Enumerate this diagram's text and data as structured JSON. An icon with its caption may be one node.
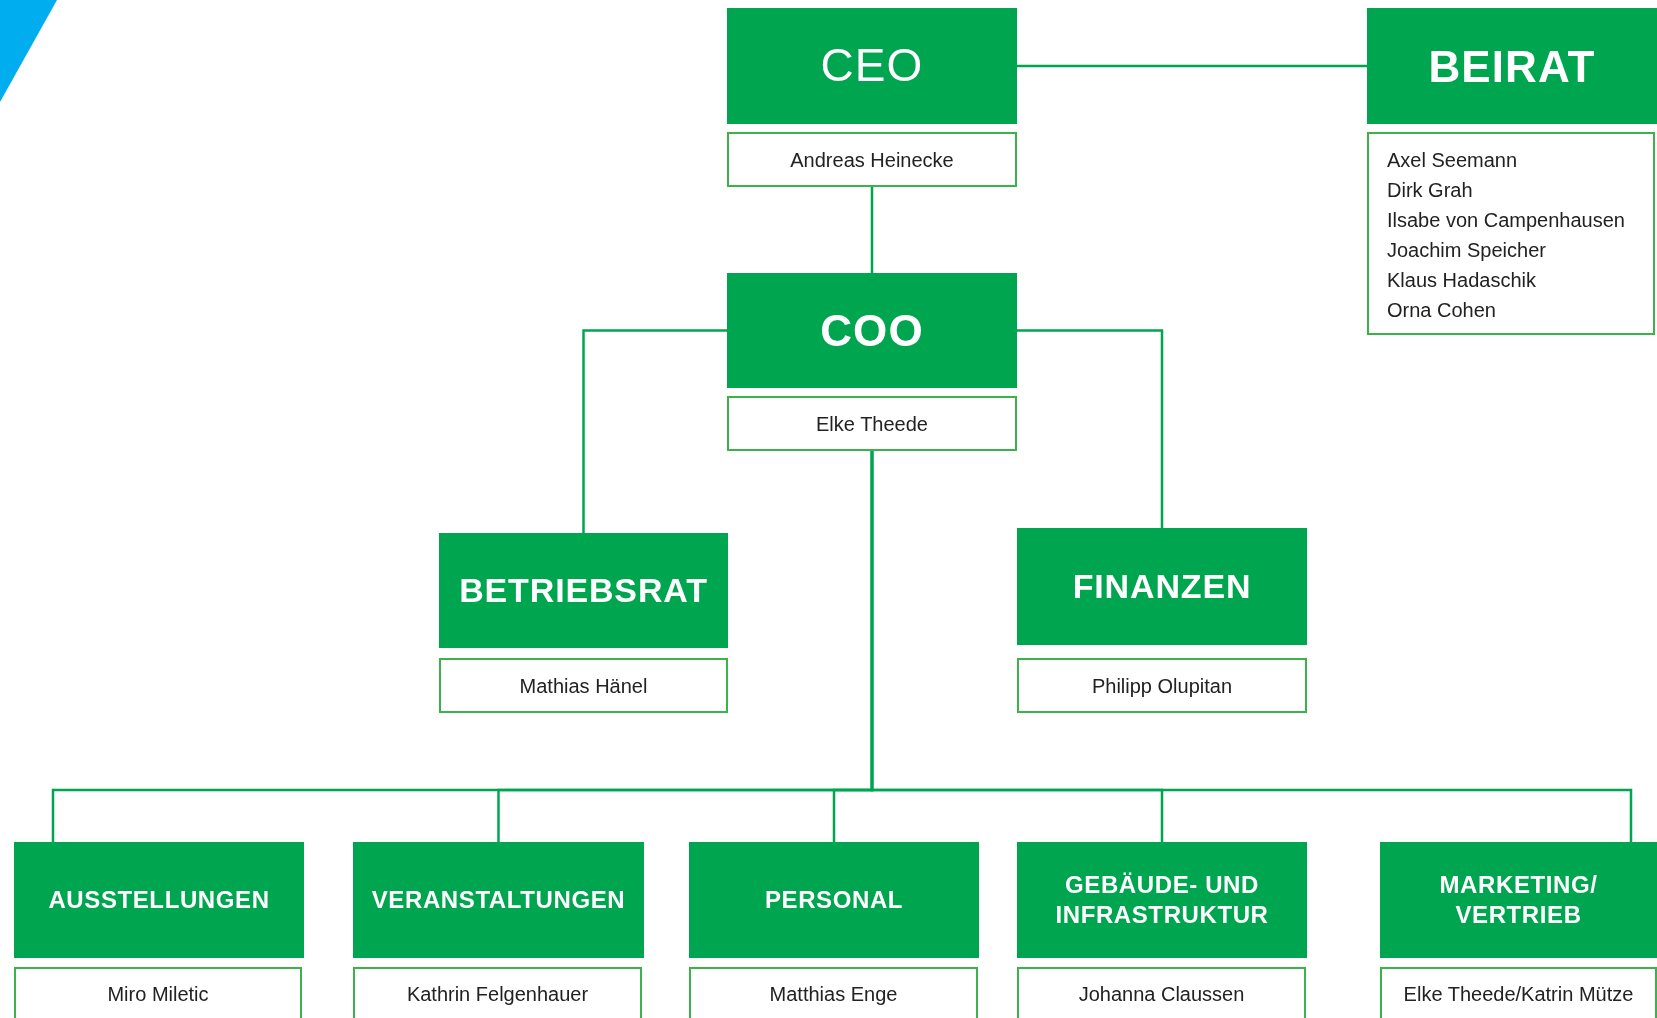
{
  "diagram": {
    "nodes": [
      {
        "text": [
          "CEO"
        ]
      },
      {
        "text": [
          "Andreas Heinecke"
        ]
      },
      {
        "text": [
          "BEIRAT"
        ]
      },
      {
        "text": [
          "Axel Seemann",
          "Dirk Grah",
          "Ilsabe von Campenhausen",
          "Joachim Speicher",
          "Klaus Hadaschik",
          "Orna Cohen"
        ]
      },
      {
        "text": [
          "COO"
        ]
      },
      {
        "text": [
          "Elke Theede"
        ]
      },
      {
        "text": [
          "BETRIEBSRAT"
        ]
      },
      {
        "text": [
          "Mathias Hänel"
        ]
      },
      {
        "text": [
          "FINANZEN"
        ]
      },
      {
        "text": [
          "Philipp Olupitan"
        ]
      },
      {
        "text": [
          "AUSSTELLUNGEN"
        ]
      },
      {
        "text": [
          "Miro Miletic"
        ]
      },
      {
        "text": [
          "VERANSTALTUNGEN"
        ]
      },
      {
        "text": [
          "Kathrin Felgenhauer"
        ]
      },
      {
        "text": [
          "PERSONAL"
        ]
      },
      {
        "text": [
          "Matthias Enge"
        ]
      },
      {
        "text": [
          "GEBÄUDE- UND INFRASTRUKTUR"
        ]
      },
      {
        "text": [
          "Johanna Claussen"
        ]
      },
      {
        "text": [
          "MARKETING/ VERTRIEB"
        ]
      },
      {
        "text": [
          "Elke Theede/Katrin Mütze"
        ]
      }
    ],
    "edges": [
      {
        "from": 0,
        "to": 2,
        "arrow": "none"
      },
      {
        "from": 1,
        "to": 4,
        "arrow": "none"
      },
      {
        "from": 4,
        "to": 6,
        "arrow": "none"
      },
      {
        "from": 4,
        "to": 8,
        "arrow": "none"
      },
      {
        "from": 5,
        "to": 10,
        "arrow": "none"
      },
      {
        "from": 5,
        "to": 12,
        "arrow": "none"
      },
      {
        "from": 5,
        "to": 14,
        "arrow": "none"
      },
      {
        "from": 5,
        "to": 16,
        "arrow": "none"
      },
      {
        "from": 5,
        "to": 18,
        "arrow": "none"
      }
    ]
  }
}
